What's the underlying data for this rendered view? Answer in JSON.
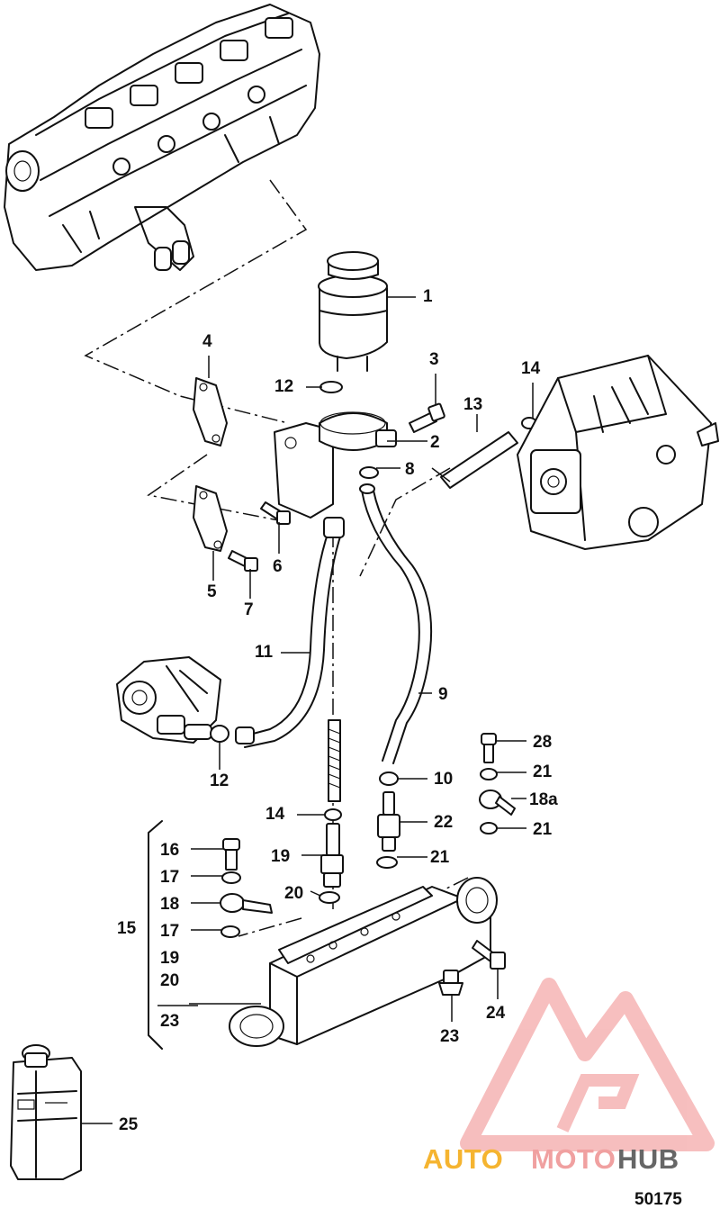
{
  "callouts": {
    "c1": "1",
    "c2": "2",
    "c3": "3",
    "c4": "4",
    "c5": "5",
    "c6": "6",
    "c7": "7",
    "c8": "8",
    "c9": "9",
    "c10": "10",
    "c11": "11",
    "c12a": "12",
    "c12b": "12",
    "c13": "13",
    "c14a": "14",
    "c14b": "14",
    "c15": "15",
    "c16": "16",
    "c17a": "17",
    "c17b": "17",
    "c18": "18",
    "c18a": "18a",
    "c19a": "19",
    "c19b": "19",
    "c20a": "20",
    "c20b": "20",
    "c21a": "21",
    "c21b": "21",
    "c21c": "21",
    "c22": "22",
    "c23a": "23",
    "c23b": "23",
    "c24": "24",
    "c25": "25",
    "c28": "28"
  },
  "figure_number": "50175",
  "watermark": {
    "part1": "AUTO",
    "part2": "MOTO",
    "part3": "HUB",
    "logo_color": "#f08a8a",
    "accent_color": "#f5b430"
  }
}
